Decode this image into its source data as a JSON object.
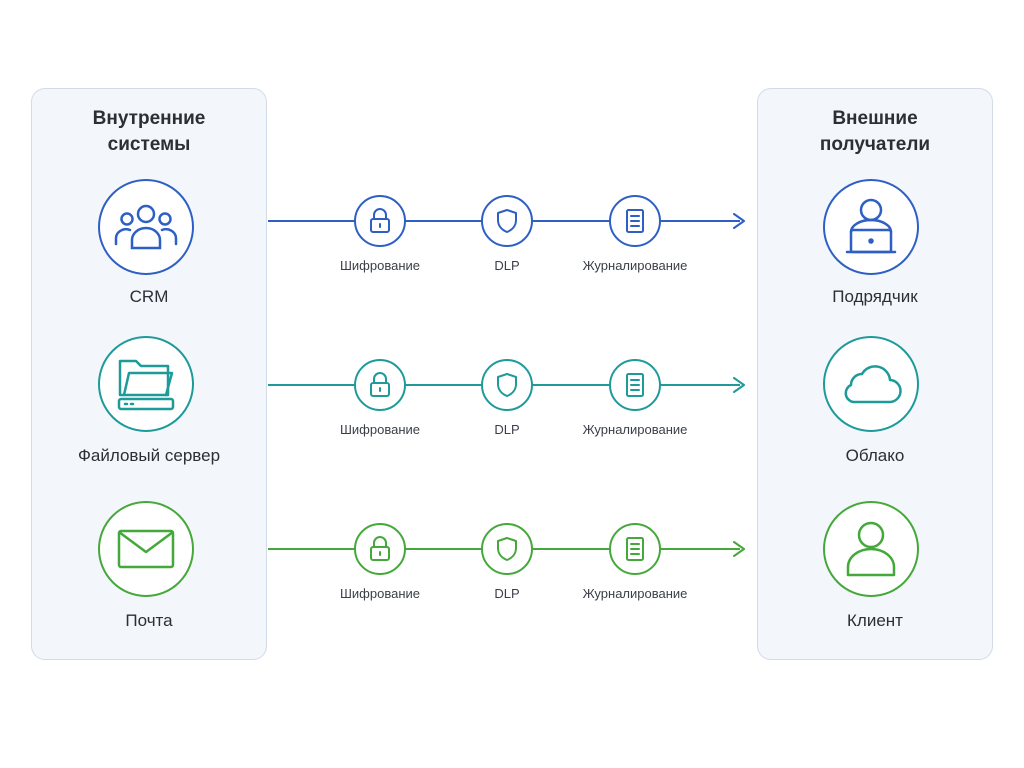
{
  "left_panel": {
    "title": "Внутренние\nсистемы"
  },
  "right_panel": {
    "title": "Внешние\nполучатели"
  },
  "rows": [
    {
      "source": {
        "label": "CRM",
        "icon": "users-icon"
      },
      "target": {
        "label": "Подрядчик",
        "icon": "laptop-user-icon"
      },
      "steps": [
        {
          "label": "Шифрование",
          "icon": "lock-icon"
        },
        {
          "label": "DLP",
          "icon": "shield-icon"
        },
        {
          "label": "Журналирование",
          "icon": "document-icon"
        }
      ],
      "color": "#2d5fc4"
    },
    {
      "source": {
        "label": "Файловый сервер",
        "icon": "folder-server-icon"
      },
      "target": {
        "label": "Облако",
        "icon": "cloud-icon"
      },
      "steps": [
        {
          "label": "Шифрование",
          "icon": "lock-icon"
        },
        {
          "label": "DLP",
          "icon": "shield-icon"
        },
        {
          "label": "Журналирование",
          "icon": "document-icon"
        }
      ],
      "color": "#1e9a9a"
    },
    {
      "source": {
        "label": "Почта",
        "icon": "mail-icon"
      },
      "target": {
        "label": "Клиент",
        "icon": "user-icon"
      },
      "steps": [
        {
          "label": "Шифрование",
          "icon": "lock-icon"
        },
        {
          "label": "DLP",
          "icon": "shield-icon"
        },
        {
          "label": "Журналирование",
          "icon": "document-icon"
        }
      ],
      "color": "#45a83a"
    }
  ]
}
